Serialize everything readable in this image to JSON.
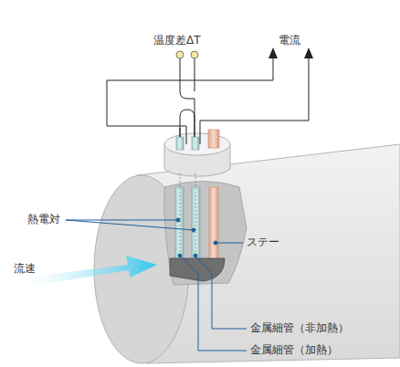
{
  "diagram": {
    "labels": [
      "温度差ΔT",
      "電流",
      "熱電対",
      "流速",
      "ステー",
      "金属細管（非加熱）",
      "金属細管（加熱）"
    ]
  }
}
